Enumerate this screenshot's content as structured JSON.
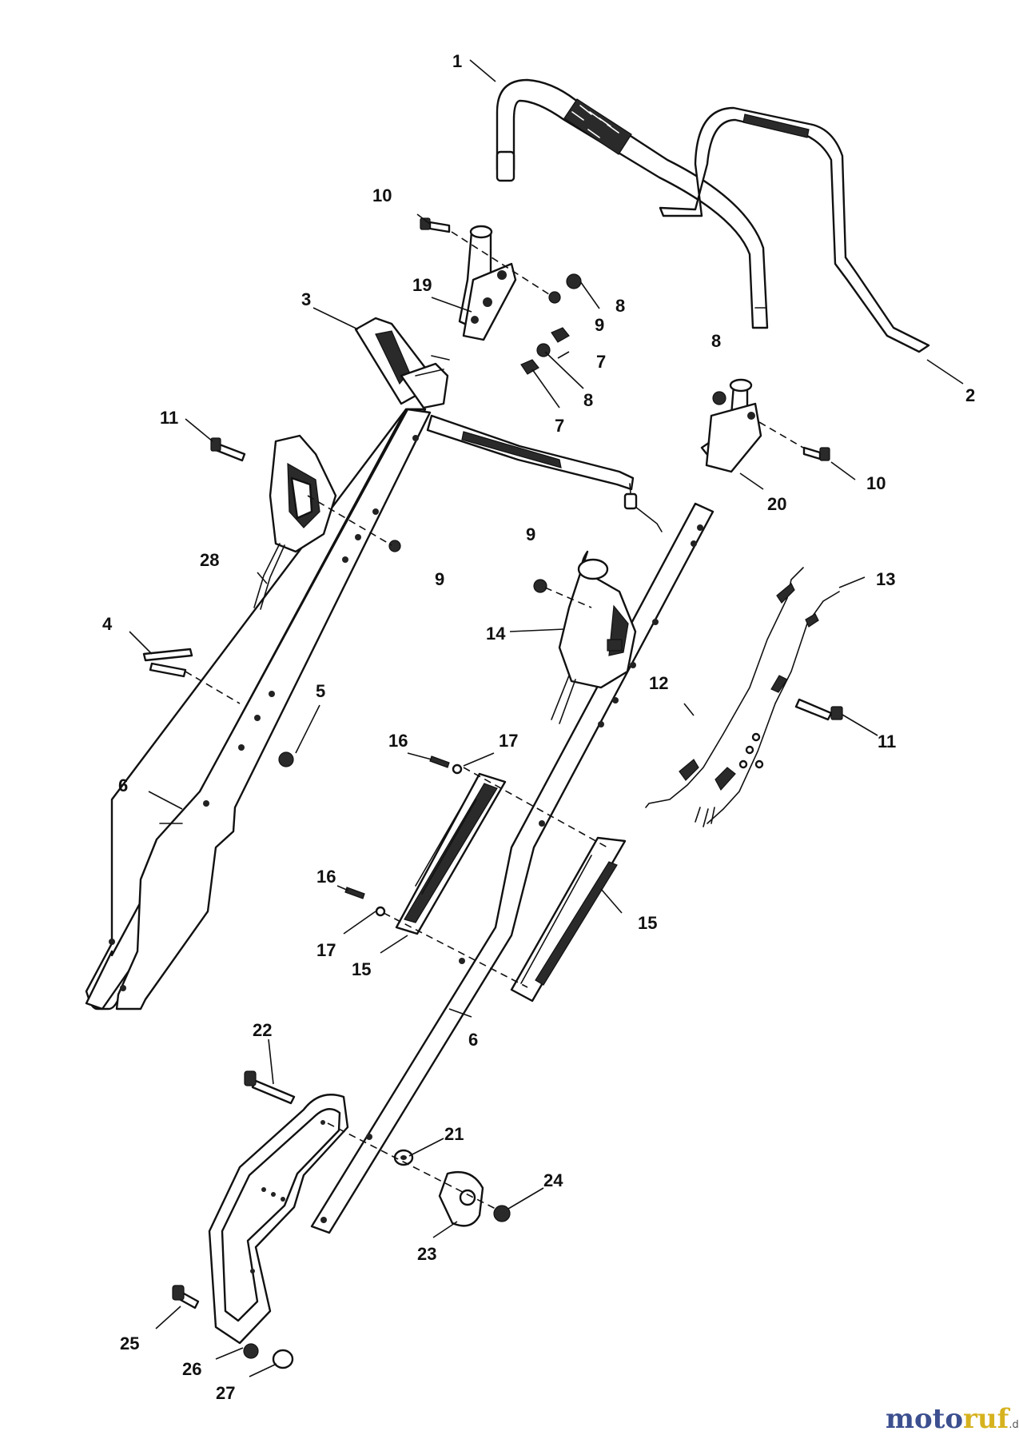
{
  "callouts": {
    "c1": "1",
    "c2": "2",
    "c3": "3",
    "c4": "4",
    "c5": "5",
    "c6a": "6",
    "c6b": "6",
    "c7a": "7",
    "c7b": "7",
    "c8a": "8",
    "c8b": "8",
    "c8c": "8",
    "c9a": "9",
    "c9b": "9",
    "c9c": "9",
    "c10a": "10",
    "c10b": "10",
    "c11a": "11",
    "c11b": "11",
    "c12": "12",
    "c13": "13",
    "c14": "14",
    "c15a": "15",
    "c15b": "15",
    "c16a": "16",
    "c16b": "16",
    "c17a": "17",
    "c17b": "17",
    "c19": "19",
    "c20": "20",
    "c21": "21",
    "c22": "22",
    "c23": "23",
    "c24": "24",
    "c25": "25",
    "c26": "26",
    "c27": "27",
    "c28": "28"
  },
  "watermark": {
    "brand_main": "moto",
    "brand_accent": "ruf",
    "tld": ".de",
    "colors": {
      "main": "#3c4f8f",
      "accent": "#d6b21e"
    }
  }
}
